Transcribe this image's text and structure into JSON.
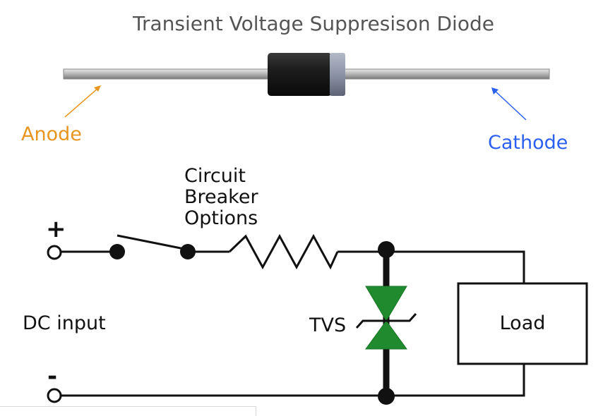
{
  "diagram": {
    "title": "Transient Voltage Suppresison Diode",
    "anode_label": "Anode",
    "cathode_label": "Cathode",
    "breaker_label_lines": [
      "Circuit",
      "Breaker",
      "Options"
    ],
    "plus_sign": "+",
    "minus_sign": "-",
    "dc_input_label": "DC input",
    "tvs_label": "TVS",
    "load_label": "Load"
  },
  "colors": {
    "anode": "#e8951f",
    "cathode": "#2a5ff0",
    "tvs_fill": "#1f8a2e",
    "diode_body": "#1b1b1b",
    "diode_band": "#8d93a6",
    "lead": "#b9b9b9",
    "wire": "#111111"
  }
}
